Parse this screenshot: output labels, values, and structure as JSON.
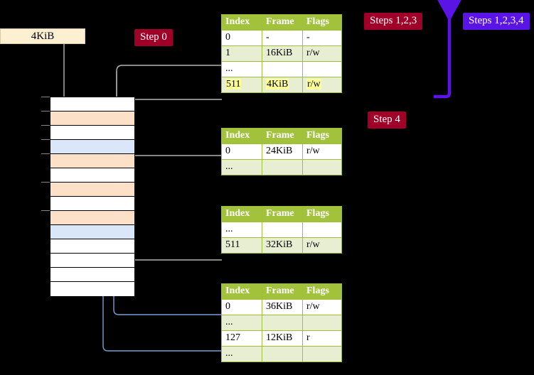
{
  "labels": {
    "kib_box": "4KiB",
    "step0": "Step 0",
    "step4": "Step 4",
    "steps123": "Steps 1,2,3",
    "steps1234": "Steps 1,2,3,4"
  },
  "colors": {
    "badge_red": "#a00028",
    "badge_violet": "#5a14e6",
    "table_header": "#a3c23c",
    "table_alt_row": "#e8eed2",
    "highlight": "#ffff99",
    "mem_orange": "#fde0c8",
    "mem_blue": "#d9e7f8",
    "kib_box_bg": "#fdefd2",
    "wire_gray": "#b3b3b3",
    "wire_blue": "#7b9fd0",
    "arrow_blue": "#3b5f9e"
  },
  "table_columns": [
    "Index",
    "Frame",
    "Flags"
  ],
  "tables": [
    {
      "name": "pml4-table",
      "rows": [
        {
          "index": "0",
          "frame": "-",
          "flags": "-",
          "alt": false,
          "hl": false
        },
        {
          "index": "1",
          "frame": "16KiB",
          "flags": "r/w",
          "alt": true,
          "hl": false
        },
        {
          "index": "...",
          "frame": "",
          "flags": "",
          "alt": false,
          "hl": false
        },
        {
          "index": "511",
          "frame": "4KiB",
          "flags": "r/w",
          "alt": true,
          "hl": true
        }
      ]
    },
    {
      "name": "pdp-table",
      "rows": [
        {
          "index": "0",
          "frame": "24KiB",
          "flags": "r/w",
          "alt": false,
          "hl": false
        },
        {
          "index": "...",
          "frame": "",
          "flags": "",
          "alt": true,
          "hl": false
        }
      ]
    },
    {
      "name": "pd-table",
      "rows": [
        {
          "index": "...",
          "frame": "",
          "flags": "",
          "alt": false,
          "hl": false
        },
        {
          "index": "511",
          "frame": "32KiB",
          "flags": "r/w",
          "alt": true,
          "hl": false
        }
      ]
    },
    {
      "name": "pt-table",
      "rows": [
        {
          "index": "0",
          "frame": "36KiB",
          "flags": "r/w",
          "alt": false,
          "hl": false
        },
        {
          "index": "...",
          "frame": "",
          "flags": "",
          "alt": true,
          "hl": false
        },
        {
          "index": "127",
          "frame": "12KiB",
          "flags": "r",
          "alt": false,
          "hl": false
        },
        {
          "index": "...",
          "frame": "",
          "flags": "",
          "alt": true,
          "hl": false
        }
      ]
    }
  ],
  "memory_rows": [
    {
      "fill": "white"
    },
    {
      "fill": "orange"
    },
    {
      "fill": "white"
    },
    {
      "fill": "blue"
    },
    {
      "fill": "orange"
    },
    {
      "fill": "white"
    },
    {
      "fill": "orange"
    },
    {
      "fill": "white"
    },
    {
      "fill": "orange"
    },
    {
      "fill": "blue"
    },
    {
      "fill": "white"
    },
    {
      "fill": "white"
    },
    {
      "fill": "white"
    },
    {
      "fill": "white"
    }
  ]
}
